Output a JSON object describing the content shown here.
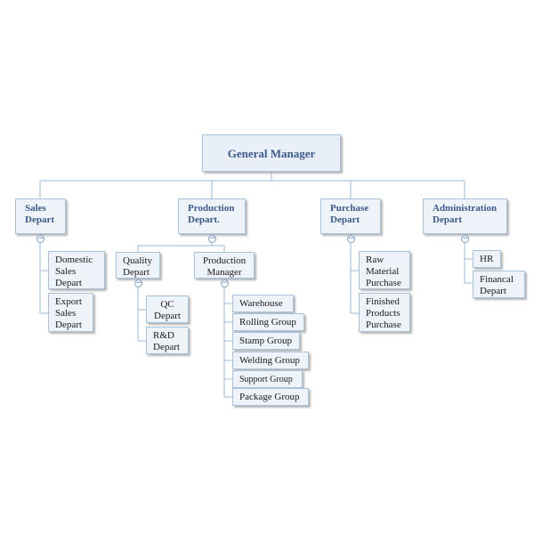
{
  "org": {
    "general_manager": "General Manager",
    "sales": {
      "title": "Sales\nDepart",
      "children": [
        "Domestic\nSales\nDepart",
        "Export\nSales\nDepart"
      ]
    },
    "production": {
      "title": "Production\nDepart.",
      "quality": {
        "title": "Quality\nDepart",
        "children": [
          "QC\nDepart",
          "R&D\nDepart"
        ]
      },
      "manager": {
        "title": "Production\nManager",
        "children": [
          "Warehouse",
          "Rolling Group",
          "Stamp Group",
          "Welding Group",
          "Support Group",
          "Package Group"
        ]
      }
    },
    "purchase": {
      "title": "Purchase\nDepart",
      "children": [
        "Raw\nMaterial\nPurchase",
        "Finished\nProducts\nPurchase"
      ]
    },
    "administration": {
      "title": "Administration\nDepart",
      "children": [
        "HR",
        "Financal\nDepart"
      ]
    },
    "collapse_glyph": "−"
  },
  "colors": {
    "line": "#9bb8d6",
    "box_fill": "#eef3f9",
    "box_border": "#a9c2dc",
    "header_text": "#3b5a8a"
  }
}
